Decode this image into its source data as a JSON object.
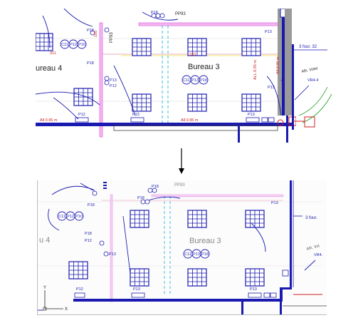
{
  "top_plan": {
    "room_left_label": "ureau  4",
    "room_center_label": "Bureau  3",
    "pp_labels": [
      "PP93",
      "PP93"
    ],
    "p_labels": [
      "P18",
      "P18",
      "P18",
      "P13",
      "P13",
      "P12",
      "P13",
      "P13",
      "P12",
      "P13"
    ],
    "circuit_labels": [
      "C11",
      "P12",
      "P10",
      "C11",
      "P13",
      "P18"
    ],
    "dim_labels": [
      "All 0.95 m",
      "All 0.95 m",
      "All 0.95 m",
      "ALL 0.95 m"
    ],
    "right_labels": [
      "3  four.  32",
      "Alh. Volet",
      "VR4.4"
    ],
    "misc_labels": [
      "311",
      "105",
      "333"
    ]
  },
  "bottom_plan": {
    "room_left_label": "u  4",
    "room_center_label": "Bureau  3",
    "pp_label": "PP93",
    "p_labels": [
      "P18",
      "P18",
      "P18",
      "P18",
      "P13",
      "P13",
      "P13",
      "P12",
      "P13",
      "P12"
    ],
    "circuit_labels": [
      "C11",
      "P12",
      "P10",
      "C11",
      "P13",
      "P18"
    ],
    "right_labels": [
      "3  four.",
      "Alh. Vol",
      "VR4."
    ],
    "axis_labels": [
      "Y",
      "X"
    ]
  },
  "colors": {
    "wall_blue": "#1a1ab0",
    "line_blue": "#2a2ad0",
    "magenta": "#e070e0",
    "cyan": "#30b8d8",
    "red": "#d02020",
    "green": "#20a020",
    "pink": "#e890a0"
  }
}
